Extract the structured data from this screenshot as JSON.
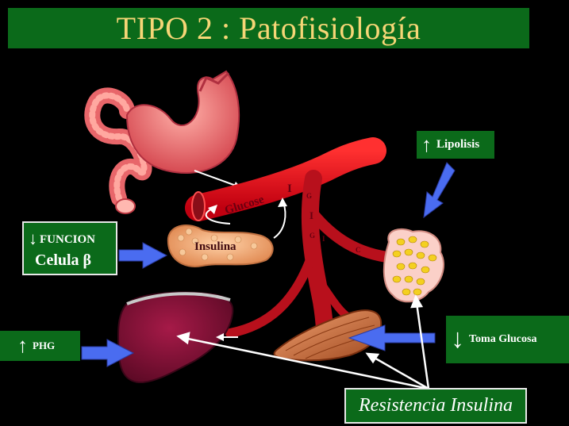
{
  "title": "TIPO 2 : Patofisiología",
  "diagram": {
    "vessel_labels": {
      "glucose": "Glucose",
      "insulin_mark": "I",
      "gi_letters": [
        "G",
        "I",
        "G",
        "I",
        "C"
      ]
    },
    "pancreas_label": "Insulina",
    "boxes": {
      "funcion": {
        "arrow": "↓",
        "line1": "FUNCION",
        "line2": "Celula β"
      },
      "lipolisis": {
        "arrow": "↑",
        "text": "Lipolisis"
      },
      "phg": {
        "arrow": "↑",
        "text": "PHG"
      },
      "toma": {
        "arrow": "↓",
        "text": "Toma Glucosa"
      },
      "resistencia": {
        "text": "Resistencia Insulina"
      }
    }
  },
  "colors": {
    "title_bg": "#0b6a1a",
    "title_text": "#f6d676",
    "vessel": "#e8101a",
    "vessel_dark": "#8a0e18",
    "liver": "#8a1238",
    "stomach": "#e8666a",
    "pancreas": "#f0b080",
    "fat": "#f4d020",
    "muscle": "#c86a38",
    "blue_arrow": "#4a6cf0"
  }
}
